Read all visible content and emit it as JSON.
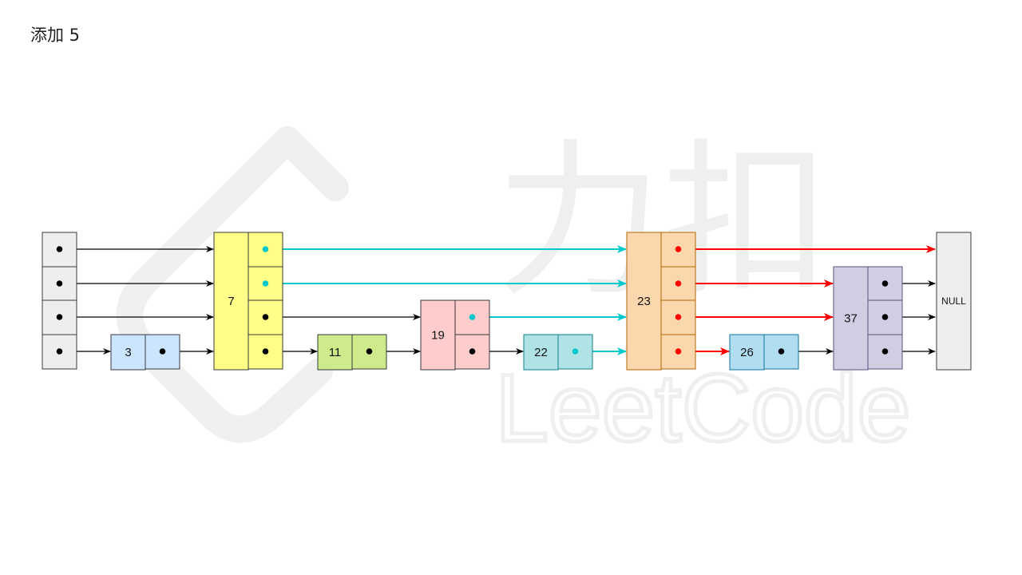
{
  "title": "添加 5",
  "watermark": {
    "brand": "力扣",
    "text": "LeetCode"
  },
  "colors": {
    "head": "#eeeeee",
    "n3": "#cce5ff",
    "n7": "#ffff88",
    "n11": "#cdeb8b",
    "n19": "#ffcccc",
    "n22": "#b0e3e6",
    "n23": "#fad7ac",
    "n26": "#b1ddf0",
    "n37": "#d0cee2",
    "null": "#eeeeee",
    "arrow_default": "#000000",
    "arrow_cyan": "#00c8cc",
    "arrow_red": "#ff0000"
  },
  "nodes": [
    {
      "id": "n3",
      "label": "3",
      "levels": 1
    },
    {
      "id": "n7",
      "label": "7",
      "levels": 4
    },
    {
      "id": "n11",
      "label": "11",
      "levels": 1
    },
    {
      "id": "n19",
      "label": "19",
      "levels": 2
    },
    {
      "id": "n22",
      "label": "22",
      "levels": 1
    },
    {
      "id": "n23",
      "label": "23",
      "levels": 4
    },
    {
      "id": "n26",
      "label": "26",
      "levels": 1
    },
    {
      "id": "n37",
      "label": "37",
      "levels": 3
    }
  ],
  "null_label": "NULL",
  "links": [
    {
      "from": "head",
      "level": 4,
      "to": "n7",
      "highlight": "none"
    },
    {
      "from": "head",
      "level": 3,
      "to": "n7",
      "highlight": "none"
    },
    {
      "from": "head",
      "level": 2,
      "to": "n7",
      "highlight": "none"
    },
    {
      "from": "head",
      "level": 1,
      "to": "n3",
      "highlight": "none"
    },
    {
      "from": "n3",
      "level": 1,
      "to": "n7",
      "highlight": "none"
    },
    {
      "from": "n7",
      "level": 4,
      "to": "n23",
      "highlight": "cyan"
    },
    {
      "from": "n7",
      "level": 3,
      "to": "n23",
      "highlight": "cyan"
    },
    {
      "from": "n7",
      "level": 2,
      "to": "n19",
      "highlight": "none"
    },
    {
      "from": "n7",
      "level": 1,
      "to": "n11",
      "highlight": "none"
    },
    {
      "from": "n11",
      "level": 1,
      "to": "n19",
      "highlight": "none"
    },
    {
      "from": "n19",
      "level": 2,
      "to": "n23",
      "highlight": "cyan"
    },
    {
      "from": "n19",
      "level": 1,
      "to": "n22",
      "highlight": "none"
    },
    {
      "from": "n22",
      "level": 1,
      "to": "n23",
      "highlight": "cyan"
    },
    {
      "from": "n23",
      "level": 4,
      "to": "null",
      "highlight": "red"
    },
    {
      "from": "n23",
      "level": 3,
      "to": "n37",
      "highlight": "red"
    },
    {
      "from": "n23",
      "level": 2,
      "to": "n37",
      "highlight": "red"
    },
    {
      "from": "n23",
      "level": 1,
      "to": "n26",
      "highlight": "red"
    },
    {
      "from": "n26",
      "level": 1,
      "to": "n37",
      "highlight": "none"
    },
    {
      "from": "n37",
      "level": 3,
      "to": "null",
      "highlight": "none"
    },
    {
      "from": "n37",
      "level": 2,
      "to": "null",
      "highlight": "none"
    },
    {
      "from": "n37",
      "level": 1,
      "to": "null",
      "highlight": "none"
    }
  ]
}
